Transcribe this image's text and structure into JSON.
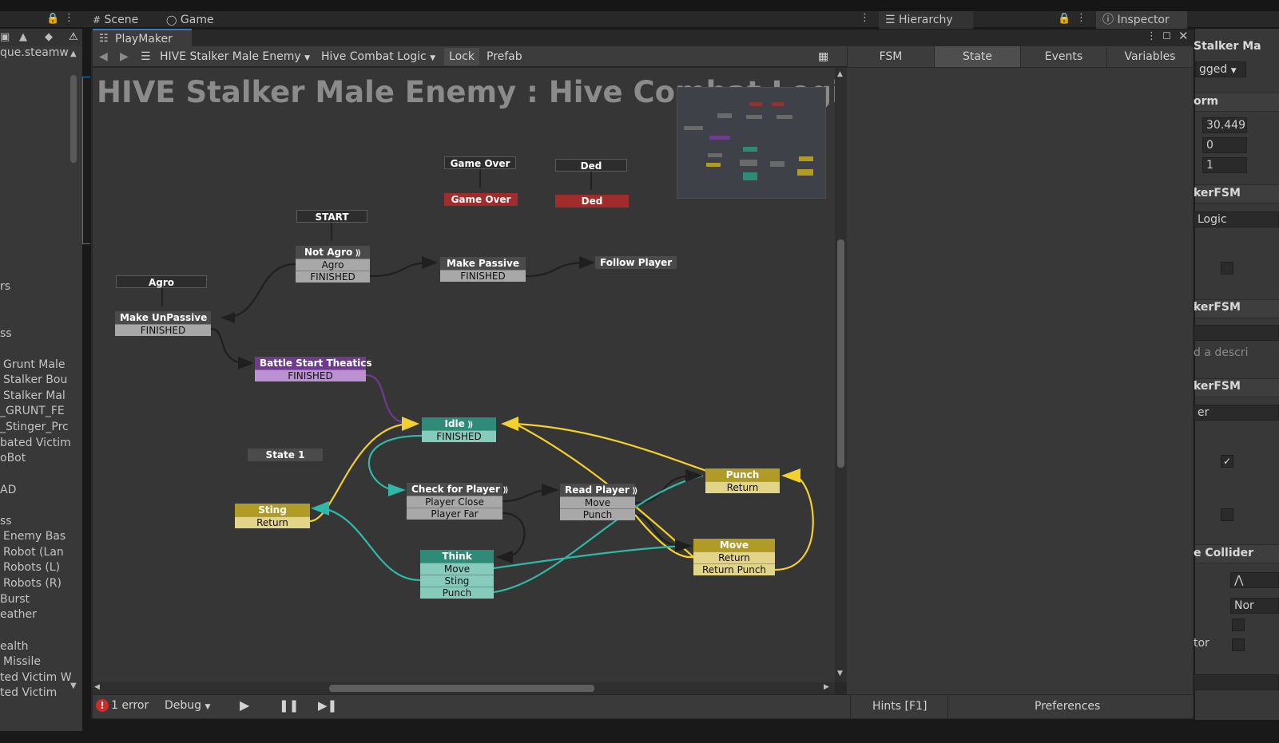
{
  "topTabs": {
    "scene": "Scene",
    "game": "Game",
    "hierarchy": "Hierarchy",
    "inspector": "Inspector"
  },
  "projectPanel": {
    "header": "que.steamw",
    "items": [
      "rs",
      "ss",
      "Grunt Male",
      "Stalker Bou",
      "Stalker Mal",
      "_GRUNT_FE",
      "_Stinger_Prc",
      "bated Victim",
      "oBot",
      "AD",
      "ss",
      "Enemy Bas",
      "Robot (Lan",
      "Robots (L)",
      "Robots (R)",
      "Burst",
      "eather",
      "ealth",
      "Missile",
      "ted Victim W",
      "ted Victim"
    ]
  },
  "playmaker": {
    "tabTitle": "PlayMaker",
    "gameObject": "HIVE Stalker Male Enemy",
    "fsm": "Hive Combat Logic",
    "lock": "Lock",
    "prefab": "Prefab",
    "canvasTitle": "HIVE Stalker Male Enemy : Hive Combat Logic",
    "sideTabs": [
      "FSM",
      "State",
      "Events",
      "Variables"
    ],
    "status": {
      "errors": "1 error",
      "debug": "Debug",
      "hints": "Hints [F1]",
      "preferences": "Preferences"
    },
    "nodes": {
      "gameOverEvent": "Game Over",
      "gameOverState": "Game Over",
      "dedEvent": "Ded",
      "dedState": "Ded",
      "startEvent": "START",
      "notAgro": {
        "title": "Not Agro",
        "rows": [
          "Agro",
          "FINISHED"
        ]
      },
      "makePassive": {
        "title": "Make Passive",
        "rows": [
          "FINISHED"
        ]
      },
      "followPlayer": "Follow Player",
      "agroEvent": "Agro",
      "makeUnPassive": {
        "title": "Make UnPassive",
        "rows": [
          "FINISHED"
        ]
      },
      "battleStart": {
        "title": "Battle Start Theatics",
        "rows": [
          "FINISHED"
        ]
      },
      "idle": {
        "title": "Idle",
        "rows": [
          "FINISHED"
        ]
      },
      "state1": "State 1",
      "sting": {
        "title": "Sting",
        "rows": [
          "Return"
        ]
      },
      "checkForPlayer": {
        "title": "Check for Player",
        "rows": [
          "Player Close",
          "Player Far"
        ]
      },
      "readPlayer": {
        "title": "Read Player",
        "rows": [
          "Move",
          "Punch"
        ]
      },
      "punch": {
        "title": "Punch",
        "rows": [
          "Return"
        ]
      },
      "move": {
        "title": "Move",
        "rows": [
          "Return",
          "Return Punch"
        ]
      },
      "think": {
        "title": "Think",
        "rows": [
          "Move",
          "Sting",
          "Punch"
        ]
      }
    }
  },
  "inspector": {
    "name": "Stalker Ma",
    "tag": "gged",
    "transform": "orm",
    "posX": "30.449",
    "posY": "0",
    "posZ": "1",
    "fsm1": "kerFSM",
    "fsm1Value": "Logic",
    "fsm2": "kerFSM",
    "desc": "d a descri",
    "fsm3": "kerFSM",
    "fsm3Value": "er",
    "collider": "e Collider",
    "colliderValue": "Nor",
    "tor": "tor"
  },
  "colors": {
    "accent": "#3a79bb",
    "teal": "#2e8b78",
    "yellow": "#f2d02e",
    "purple": "#6f3b8e",
    "red": "#a02c2c"
  }
}
